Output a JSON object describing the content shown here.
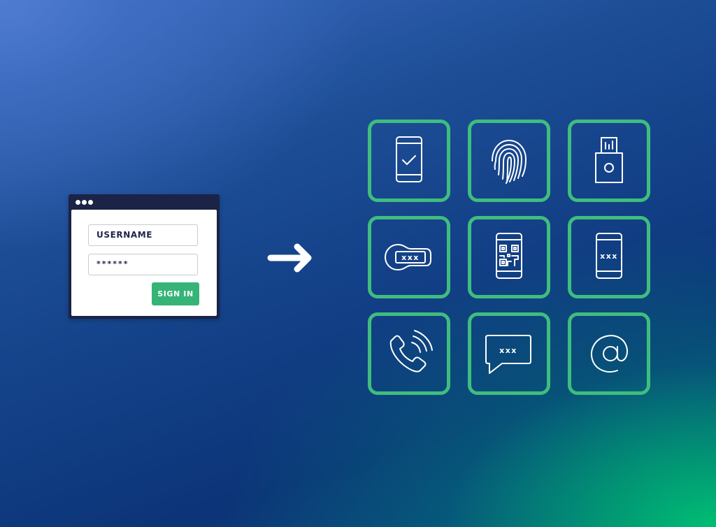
{
  "login_window": {
    "titlebar_dots": 3,
    "username_field": {
      "value": "USERNAME"
    },
    "password_field": {
      "value": "******"
    },
    "sign_in_button": {
      "label": "SIGN IN"
    }
  },
  "arrow": {
    "icon": "arrow-right-icon"
  },
  "auth_methods": {
    "tiles": [
      {
        "icon": "smartphone-checkmark-icon"
      },
      {
        "icon": "fingerprint-icon"
      },
      {
        "icon": "usb-security-key-icon"
      },
      {
        "icon": "hardware-token-otp-icon",
        "code": "xxx"
      },
      {
        "icon": "smartphone-qr-code-icon"
      },
      {
        "icon": "smartphone-otp-icon",
        "code": "xxx"
      },
      {
        "icon": "phone-call-icon"
      },
      {
        "icon": "sms-message-icon",
        "code": "xxx"
      },
      {
        "icon": "email-at-icon"
      }
    ]
  },
  "colors": {
    "tile_border": "#3fbd7e",
    "sign_in_button": "#35b476",
    "window_frame": "#1b2346",
    "gradient_top_left": "#4a78cc",
    "gradient_mid": "#0f3a80",
    "gradient_bottom_right": "#00b874"
  }
}
